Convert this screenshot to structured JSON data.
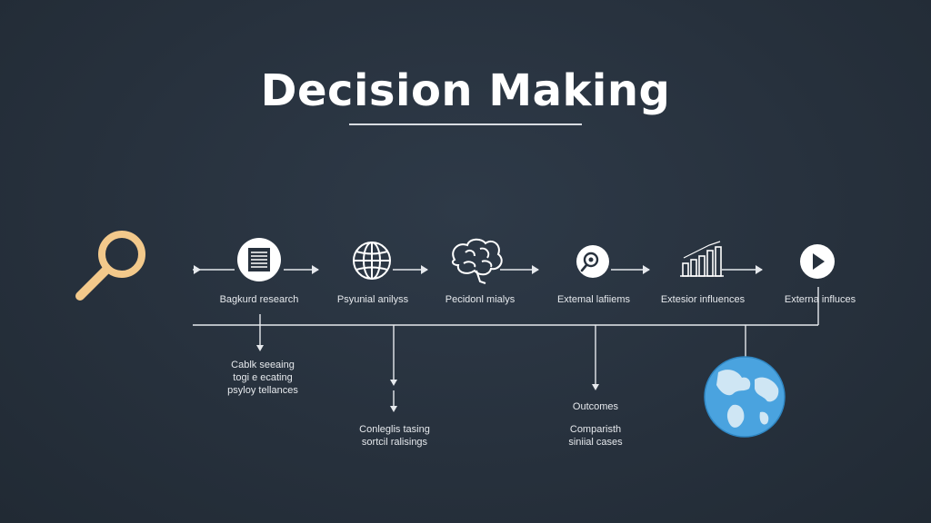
{
  "title": "Decision Making",
  "steps": [
    {
      "label": "Bagkurd research",
      "icon": "document-icon"
    },
    {
      "label": "Psyunial anilyss",
      "icon": "globe-icon"
    },
    {
      "label": "Pecidonl mialys",
      "icon": "brain-icon"
    },
    {
      "label": "Extemal lafiiems",
      "icon": "magnifier-gear-icon"
    },
    {
      "label": "Extesior influences",
      "icon": "bar-chart-icon"
    },
    {
      "label": "Externa influces",
      "icon": "play-icon"
    }
  ],
  "branches": [
    {
      "lines": [
        "Cablk seeaing",
        "togi e ecating",
        "psyloy tellances"
      ]
    },
    {
      "lines": [
        "Conleglis tasing",
        "sortcil ralisings"
      ]
    },
    {
      "lines": [
        "Outcomes"
      ]
    },
    {
      "lines": [
        "Comparisth",
        "siniial cases"
      ]
    }
  ],
  "colors": {
    "background": "#27313d",
    "line": "#e6e9ed",
    "magnifier": "#f3c98b",
    "globe_ocean": "#4aa3df",
    "globe_land": "#cfe6f4"
  }
}
